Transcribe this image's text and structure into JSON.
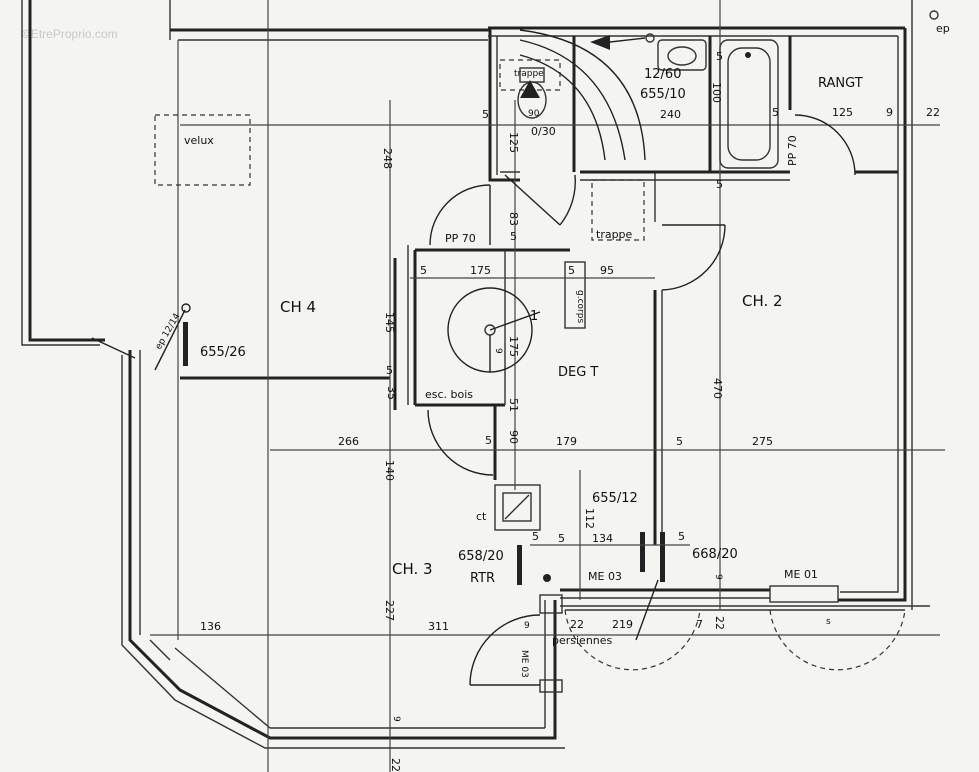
{
  "watermark": "©EtreProprio.com",
  "rooms": {
    "ch4": "CH 4",
    "ch2": "CH. 2",
    "ch3": "CH. 3",
    "degt": "DEG T",
    "rangt": "RANGT"
  },
  "labels": {
    "velux": "velux",
    "trappe_top": "trappe",
    "trappe_bottom": "trappe",
    "esc_bois": "esc. bois",
    "pp70_a": "PP 70",
    "pp70_b": "PP 70",
    "ep_top": "ep",
    "ep_left": "ep 12/14",
    "g_corps": "g.corps",
    "ct": "ct",
    "rtr": "RTR",
    "me03_a": "ME 03",
    "me03_b": "ME 03",
    "me01": "ME 01",
    "persiennes": "persiennes",
    "wc_size": "0/30",
    "wc_90": "90",
    "num_655_10": "655/10",
    "num_12_60": "12/60",
    "num_655_26": "655/26",
    "num_655_12": "655/12",
    "num_658_20_a": "658/20",
    "num_658_20_b": "668/20",
    "arrow_1": "1",
    "s_vert": "s"
  },
  "dims": {
    "d248": "248",
    "d125a": "125",
    "d5a": "5",
    "d83": "83",
    "d5b": "5",
    "d240": "240",
    "d100": "100",
    "d5c": "5",
    "d125b": "125",
    "d9a": "9",
    "d22a": "22",
    "d5d": "5",
    "d5e": "5",
    "d175a": "175",
    "d5f": "5",
    "d95": "95",
    "d145": "145",
    "d175b": "175",
    "d9b": "9",
    "d5g": "5",
    "d35": "35",
    "d51": "51",
    "d470": "470",
    "d266": "266",
    "d5h": "5",
    "d90": "90",
    "d179": "179",
    "d5i": "5",
    "d275": "275",
    "d140": "140",
    "d112": "112",
    "d5j": "5",
    "d134": "134",
    "d5k": "5",
    "d9c": "9",
    "d227": "227",
    "d136": "136",
    "d311": "311",
    "d9d": "9",
    "d22b": "22",
    "d219": "219",
    "d7": "7",
    "d22c": "22",
    "d9e": "9",
    "d22d": "22",
    "d5l": "5"
  }
}
